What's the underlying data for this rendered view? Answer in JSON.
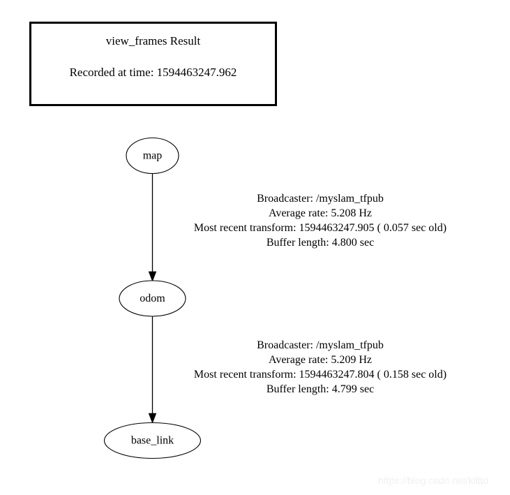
{
  "page": {
    "background_color": "#ffffff",
    "foreground_color": "#000000"
  },
  "header": {
    "title": "view_frames Result",
    "recorded_at": "Recorded at time: 1594463247.962"
  },
  "graph": {
    "nodes": [
      {
        "id": "map",
        "label": "map"
      },
      {
        "id": "odom",
        "label": "odom"
      },
      {
        "id": "base_link",
        "label": "base_link"
      }
    ],
    "edges": [
      {
        "from": "map",
        "to": "odom",
        "lines": [
          "Broadcaster: /myslam_tfpub",
          "Average rate: 5.208 Hz",
          "Most recent transform: 1594463247.905 ( 0.057 sec old)",
          "Buffer length: 4.800 sec"
        ],
        "broadcaster": "/myslam_tfpub",
        "average_rate_hz": 5.208,
        "most_recent_transform": 1594463247.905,
        "sec_old": 0.057,
        "buffer_length_sec": 4.8
      },
      {
        "from": "odom",
        "to": "base_link",
        "lines": [
          "Broadcaster: /myslam_tfpub",
          "Average rate: 5.209 Hz",
          "Most recent transform: 1594463247.804 ( 0.158 sec old)",
          "Buffer length: 4.799 sec"
        ],
        "broadcaster": "/myslam_tfpub",
        "average_rate_hz": 5.209,
        "most_recent_transform": 1594463247.804,
        "sec_old": 0.158,
        "buffer_length_sec": 4.799
      }
    ]
  },
  "watermark": {
    "text": "https://blog.csdn.net/kiltto"
  }
}
